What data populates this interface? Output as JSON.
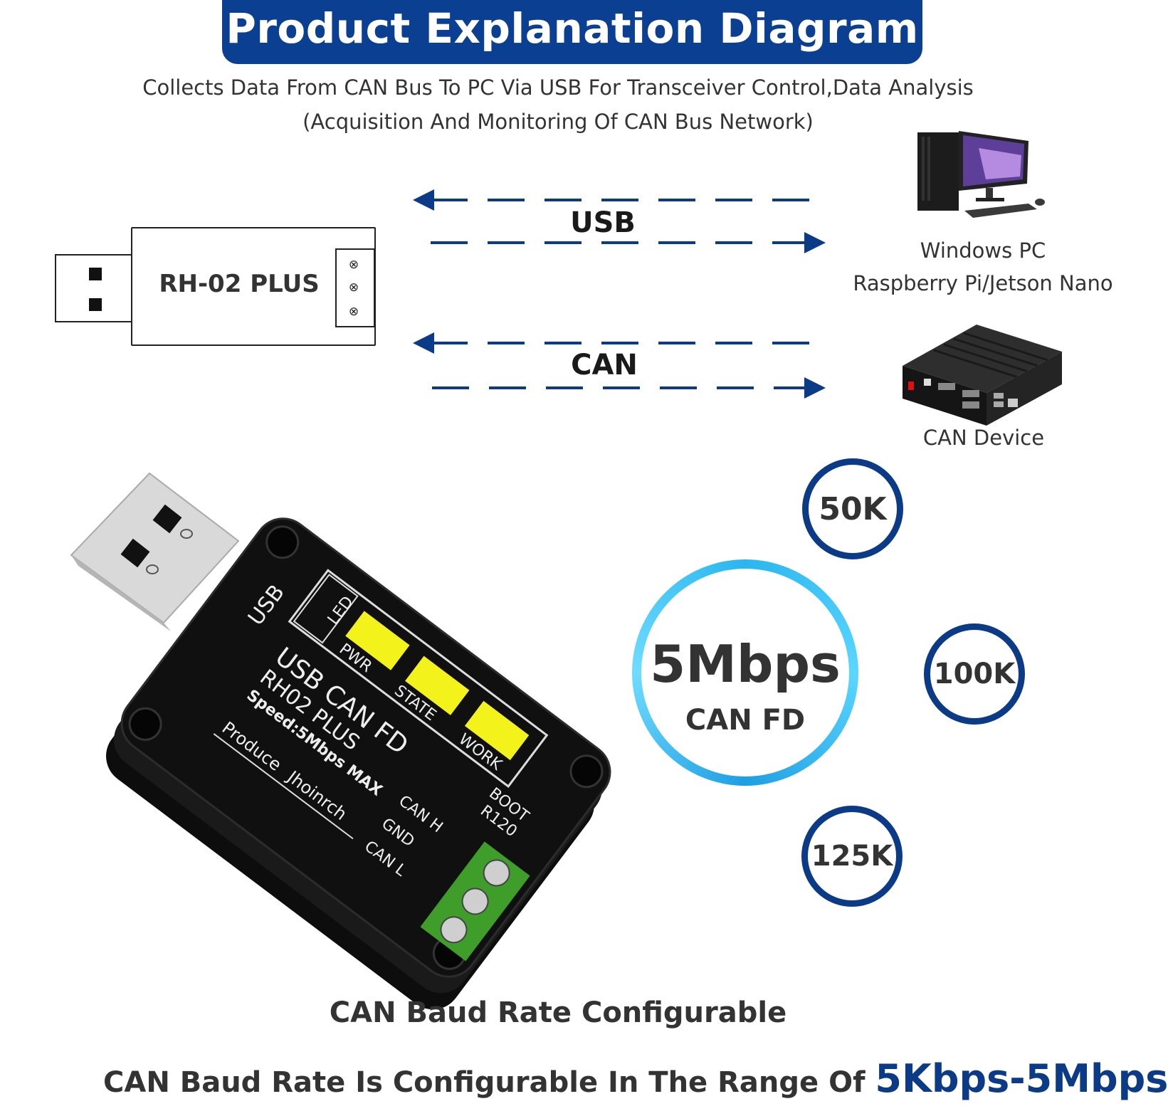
{
  "header": {
    "title": "Product Explanation Diagram",
    "subtitle_line1": "Collects Data From CAN Bus To PC Via USB For Transceiver Control,Data Analysis",
    "subtitle_line2": "(Acquisition And Monitoring Of CAN Bus Network)"
  },
  "diagram": {
    "device_label": "RH-02 PLUS",
    "usb_label": "USB",
    "can_label": "CAN",
    "pc_label_line1": "Windows PC",
    "pc_label_line2": "Raspberry Pi/Jetson Nano",
    "can_device_label": "CAN Device"
  },
  "product": {
    "side_label": "USB",
    "led_label": "LED",
    "led_names": [
      "PWR",
      "STATE",
      "WORK"
    ],
    "title_line1": "USB  CAN  FD",
    "title_line2": "RH02 PLUS",
    "speed_line": "Speed:5Mbps  MAX",
    "brand_prefix": "Produce",
    "brand": "Jhoinrch",
    "boot_label": "BOOT",
    "r120_label": "R120",
    "pin_h": "CAN  H",
    "pin_gnd": "GND",
    "pin_l": "CAN  L"
  },
  "baud": {
    "main_value": "5Mbps",
    "main_sub": "CAN FD",
    "rates": [
      "50K",
      "100K",
      "125K"
    ]
  },
  "footer": {
    "caption": "CAN Baud Rate Configurable",
    "range_prefix": "CAN Baud Rate Is Configurable In The Range Of ",
    "range_value": "5Kbps-5Mbps"
  },
  "colors": {
    "navy": "#0b3f91",
    "ring_blue": "#2ab6ef",
    "circle_navy": "#0b3a86",
    "led_yellow": "#f3f21a",
    "terminal_green": "#3f9d2a"
  }
}
